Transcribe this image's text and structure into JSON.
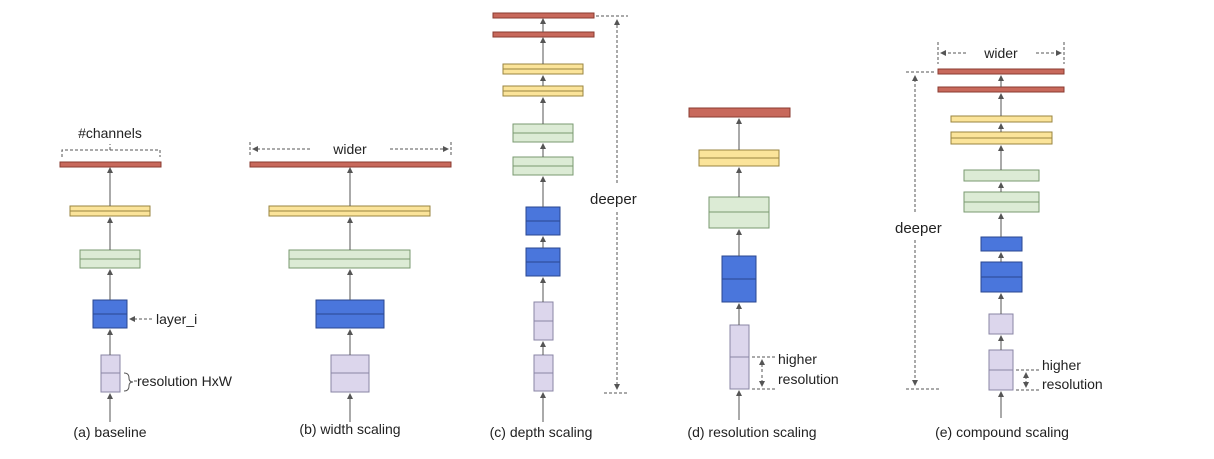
{
  "colors": {
    "red": "#c8695c",
    "red_stroke": "#8a3b30",
    "yellow": "#fbe49a",
    "yellow_stroke": "#9a8540",
    "green": "#dcebd5",
    "green_stroke": "#7a9a70",
    "blue": "#4a76dc",
    "blue_stroke": "#2a4790",
    "lavender": "#dcd6ec",
    "lavender_stroke": "#8a85a5",
    "line": "#555555"
  },
  "panels": {
    "baseline": {
      "caption": "(a) baseline",
      "channels_label": "#channels",
      "layer_label": "layer_i",
      "resolution_label": "resolution HxW"
    },
    "width": {
      "caption": "(b) width scaling",
      "wider_label": "wider"
    },
    "depth": {
      "caption": "(c) depth scaling",
      "deeper_label": "deeper"
    },
    "resolution": {
      "caption": "(d) resolution scaling",
      "higher_label": "higher",
      "resolution_label": "resolution"
    },
    "compound": {
      "caption": "(e) compound scaling",
      "wider_label": "wider",
      "deeper_label": "deeper",
      "higher_label": "higher",
      "resolution_label": "resolution"
    }
  }
}
